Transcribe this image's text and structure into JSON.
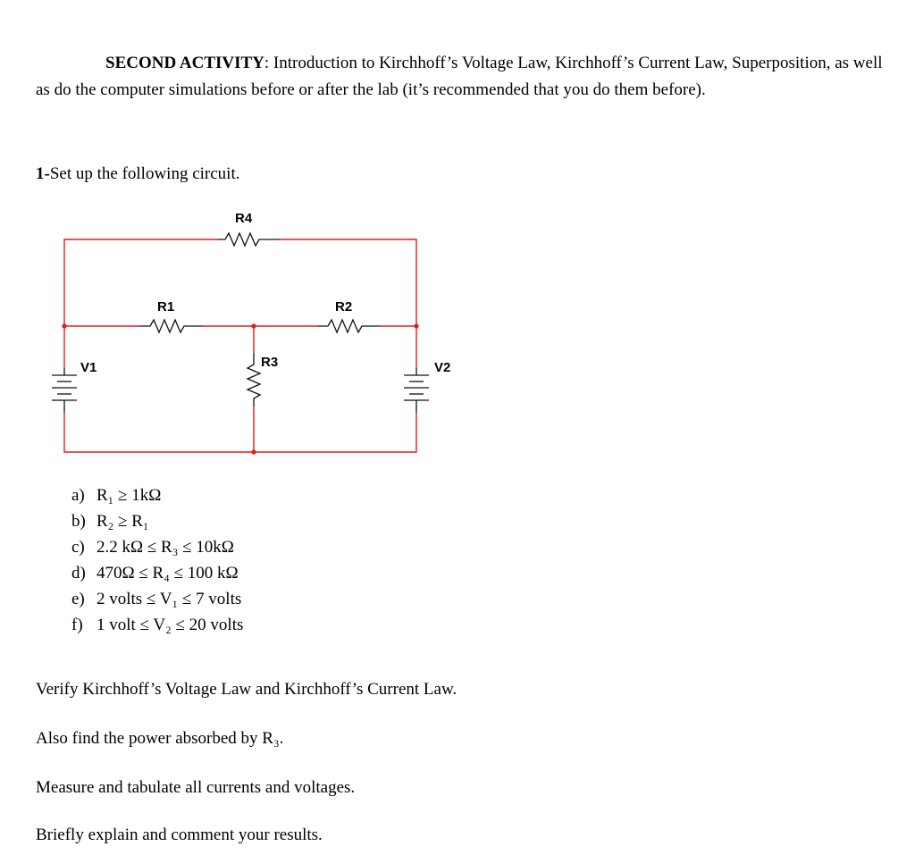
{
  "activity": {
    "title": "SECOND ACTIVITY",
    "rest": ": Introduction to Kirchhoff’s Voltage Law, Kirchhoff’s Current Law, Superposition, as well as do the computer simulations before or after the lab (it’s recommended that you do them before)."
  },
  "step1": {
    "number": "1-",
    "text": "Set up the following circuit."
  },
  "circuit": {
    "labels": {
      "r4": "R4",
      "r1": "R1",
      "r2": "R2",
      "r3": "R3",
      "v1": "V1",
      "v2": "V2"
    },
    "wire_color": "#e21b1b",
    "node_color": "#e21b1b",
    "icons": {
      "resistor": "resistor-icon",
      "battery": "battery-icon"
    }
  },
  "conditions": [
    {
      "label": "a)",
      "text": "R₁ ≥ 1kΩ"
    },
    {
      "label": "b)",
      "text": "R₂ ≥ R₁"
    },
    {
      "label": "c)",
      "text": "2.2 kΩ ≤ R₃ ≤ 10kΩ"
    },
    {
      "label": "d)",
      "text": "470Ω ≤ R₄ ≤ 100 kΩ"
    },
    {
      "label": "e)",
      "text": "2 volts ≤ V₁ ≤ 7 volts"
    },
    {
      "label": "f)",
      "text": "1 volt ≤ V₂ ≤ 20 volts"
    }
  ],
  "paragraphs": {
    "verify": "Verify Kirchhoff’s Voltage Law and Kirchhoff’s Current Law.",
    "power": "Also find the power absorbed by R₃.",
    "measure": "Measure and tabulate all currents and voltages.",
    "explain": "Briefly explain and comment your results."
  }
}
